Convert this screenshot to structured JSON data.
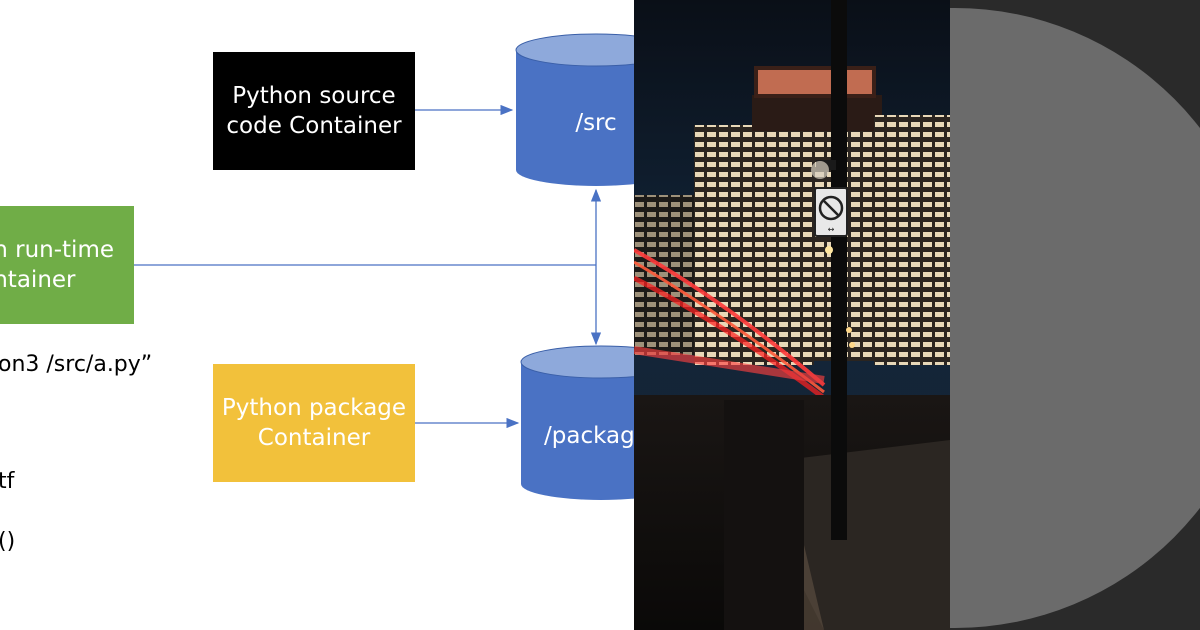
{
  "diagram": {
    "source_box": {
      "label": "Python source\ncode Container",
      "color": "#000000",
      "text_color": "#ffffff"
    },
    "runtime_box": {
      "label": "n run-time\nntainer",
      "color": "#70ad47",
      "text_color": "#ffffff"
    },
    "package_box": {
      "label": "Python package\nContainer",
      "color": "#f2c13b",
      "text_color": "#ffffff"
    },
    "src_volume": {
      "label": "/src",
      "color": "#4a72c4"
    },
    "package_volume": {
      "label": "/packag",
      "color": "#4a72c4"
    },
    "arrow_color": "#4a72c4",
    "code_lines": [
      "on3 /src/a.py”",
      "tf",
      "()"
    ]
  },
  "photo": {
    "description_icon": "night-city-street-photo",
    "sign_icon": "no-stopping-sign-icon"
  },
  "circle_panel": {
    "background": "#2a2a2a",
    "circle_color": "#6b6b6b"
  }
}
